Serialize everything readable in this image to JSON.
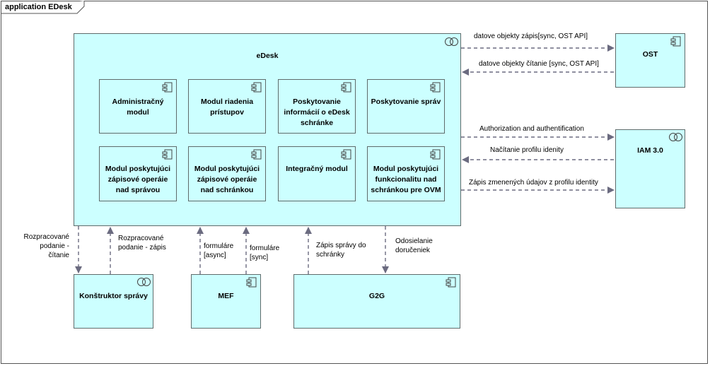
{
  "frame": {
    "title": "application EDesk"
  },
  "edesk": {
    "title": "eDesk",
    "modules": [
      "Administračný modul",
      "Modul riadenia prístupov",
      "Poskytovanie informácií o eDesk schránke",
      "Poskytovanie správ",
      "Modul poskytujúci zápisové operáie nad správou",
      "Modul poskytujúci zápisové operáie nad schránkou",
      "Integračný modul",
      "Modul poskytujúci funkcionalitu nad schránkou pre OVM"
    ]
  },
  "external": {
    "ost": "OST",
    "iam": "IAM 3.0",
    "konstruktor": "Konštruktor správy",
    "mef": "MEF",
    "g2g": "G2G"
  },
  "edges": {
    "ost_write": "datove objekty zápis[sync, OST API]",
    "ost_read": "datove objekty čítanie [sync, OST API]",
    "iam_auth": "Authorization and authentification",
    "iam_profile": "Načítanie profilu idenity",
    "iam_update": "Zápis zmenených údajov z profilu identity",
    "konst_read": "Rozpracované podanie - čítanie",
    "konst_write": "Rozpracované podanie - zápis",
    "mef_async": "formuláre [async]",
    "mef_sync": "formuláre [sync]",
    "g2g_write": "Zápis správy do schránky",
    "g2g_send": "Odosielanie doručeniek"
  }
}
